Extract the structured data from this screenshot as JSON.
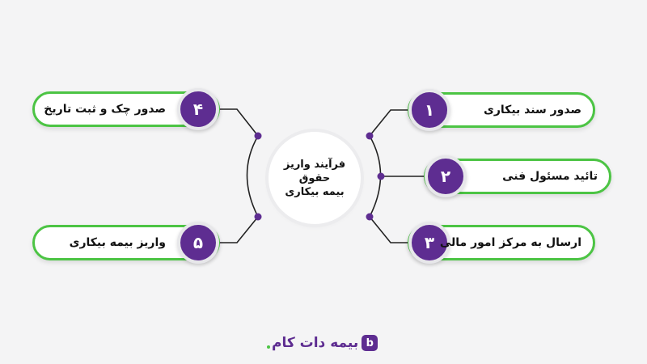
{
  "center": {
    "line1": "فرآیند واریز",
    "line2": "حقوق",
    "line3": "بیمه بیکاری"
  },
  "steps": [
    {
      "number": "۱",
      "label": "صدور سند بیکاری"
    },
    {
      "number": "۲",
      "label": "تائید مسئول فنی"
    },
    {
      "number": "۳",
      "label": "ارسال به مرکز امور مالی"
    },
    {
      "number": "۴",
      "label": "صدور چک و ثبت تاریخ"
    },
    {
      "number": "۵",
      "label": "واریز بیمه بیکاری"
    }
  ],
  "logo": {
    "mark": "b",
    "text": "بیمه دات کام"
  },
  "colors": {
    "accent_purple": "#5e2d91",
    "accent_green": "#4cc444",
    "connector": "#222222",
    "background": "#f4f4f5"
  }
}
